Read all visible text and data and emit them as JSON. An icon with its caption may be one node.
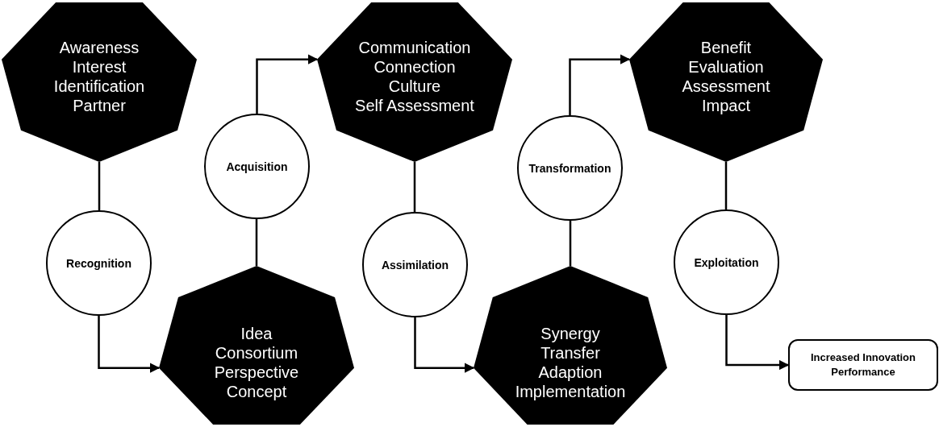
{
  "diagram": {
    "nodes": [
      {
        "text": [
          "Awareness",
          "Interest",
          "Identification",
          "Partner"
        ]
      },
      {
        "text": [
          "Recognition"
        ]
      },
      {
        "text": [
          "Idea",
          "Consortium",
          "Perspective",
          "Concept"
        ]
      },
      {
        "text": [
          "Acquisition"
        ]
      },
      {
        "text": [
          "Communication",
          "Connection",
          "Culture",
          "Self Assessment"
        ]
      },
      {
        "text": [
          "Assimilation"
        ]
      },
      {
        "text": [
          "Synergy",
          "Transfer",
          "Adaption",
          "Implementation"
        ]
      },
      {
        "text": [
          "Transformation"
        ]
      },
      {
        "text": [
          "Benefit",
          "Evaluation",
          "Assessment",
          "Impact"
        ]
      },
      {
        "text": [
          "Exploitation"
        ]
      },
      {
        "text": [
          "Increased Innovation Performance"
        ]
      }
    ],
    "edges": [
      {
        "from": 0,
        "to": 1,
        "arrow": "none"
      },
      {
        "from": 1,
        "to": 2,
        "arrow": "to"
      },
      {
        "from": 2,
        "to": 3,
        "arrow": "none"
      },
      {
        "from": 3,
        "to": 4,
        "arrow": "to"
      },
      {
        "from": 4,
        "to": 5,
        "arrow": "none"
      },
      {
        "from": 5,
        "to": 6,
        "arrow": "to"
      },
      {
        "from": 6,
        "to": 7,
        "arrow": "none"
      },
      {
        "from": 7,
        "to": 8,
        "arrow": "to"
      },
      {
        "from": 8,
        "to": 9,
        "arrow": "none"
      },
      {
        "from": 9,
        "to": 10,
        "arrow": "to"
      }
    ]
  }
}
